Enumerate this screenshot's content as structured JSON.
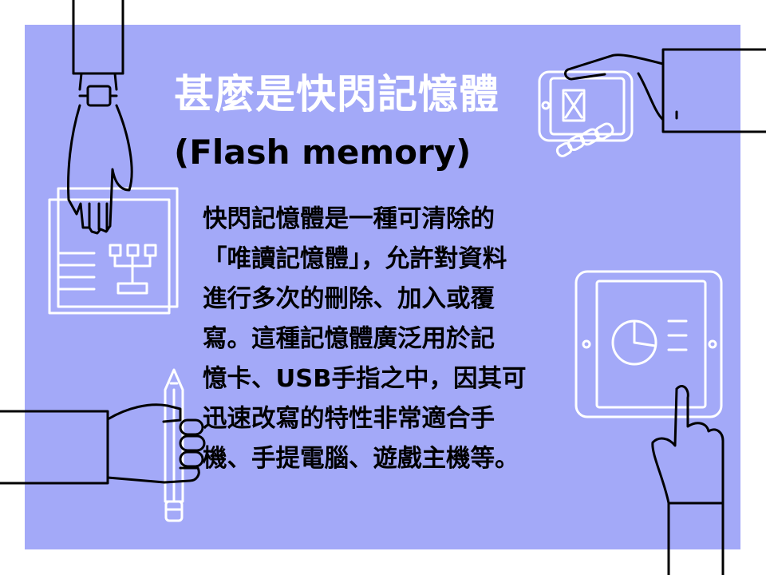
{
  "slide": {
    "title": "甚麼是快閃記憶體",
    "subtitle": "(Flash memory)",
    "body_lines": [
      "快閃記憶體是一種可清除的",
      "「唯讀記憶體」，允許對資料",
      "進行多次的刪除、加入或覆",
      "寫。這種記憶體廣泛用於記",
      "憶卡、USB手指之中，因其可",
      "迅速改寫的特性非常適合手",
      "機、手提電腦、遊戲主機等。"
    ]
  },
  "colors": {
    "background": "#ffffff",
    "panel": "#a3a9f8",
    "title": "#ffffff",
    "body_text": "#000000",
    "line_art_dark": "#000000",
    "line_art_light": "#ffffff"
  },
  "icons": [
    "hand-holding-document-icon",
    "hand-holding-phone-icon",
    "hand-holding-pencil-icon",
    "hand-touching-tablet-icon"
  ]
}
